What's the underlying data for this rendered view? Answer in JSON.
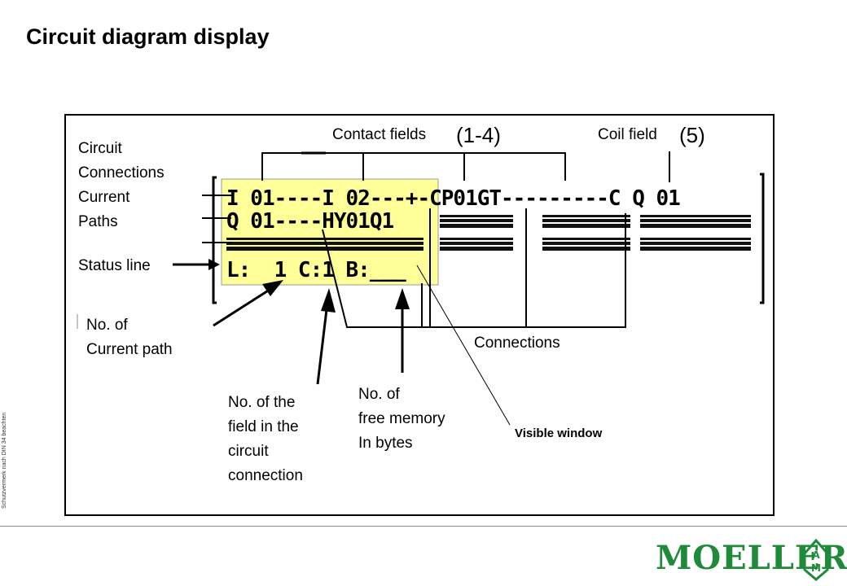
{
  "page": {
    "title": "Circuit diagram display",
    "side_note": "Schutzvermerk nach DIN 34 beachten"
  },
  "labels": {
    "contact_fields": "Contact fields",
    "contact_range": "(1-4)",
    "coil_field": "Coil field",
    "coil_num": "(5)",
    "circuit_connections": [
      "Circuit",
      "Connections",
      "Current",
      "Paths"
    ],
    "status_line": "Status line",
    "no_current_path": [
      "No. of",
      "Current path"
    ],
    "no_field": [
      "No. of the",
      "field in the",
      "circuit",
      "connection"
    ],
    "no_memory": [
      "No. of",
      "free memory",
      "In bytes"
    ],
    "connections": "Connections",
    "visible_window": "Visible window"
  },
  "lcd": {
    "row1": "I 01----I 02---+-CP01GT---------C Q 01",
    "row2": "Q 01----HY01Q1",
    "status_line": "L:  1 C:1 B:___"
  },
  "logo": {
    "text": "MOELLER",
    "colors": {
      "logo": "#1e8a3a",
      "highlight": "#ffff99"
    }
  }
}
